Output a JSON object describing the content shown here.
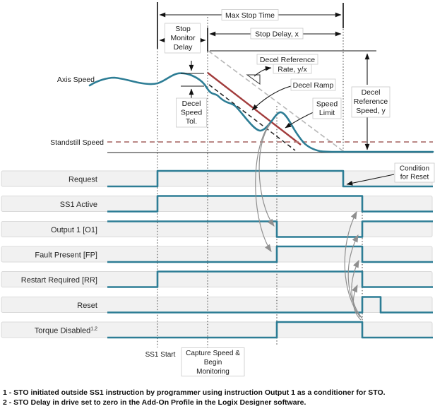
{
  "diagram": {
    "colors": {
      "signal_teal": "#2d7d95",
      "speed_limit_red": "#a23c3c",
      "standstill_red": "#b17876",
      "decel_rate_gray": "#b8b8b8",
      "decel_ramp_black": "#1f1f1f",
      "connector_gray": "#8f8f8f",
      "row_band_fill": "#f1f1f1",
      "row_band_border": "#dadada"
    },
    "annotations": {
      "max_stop_time": "Max Stop Time",
      "stop_monitor_delay": [
        "Stop",
        "Monitor",
        "Delay"
      ],
      "stop_delay": "Stop Delay, x",
      "decel_reference_rate": [
        "Decel Reference",
        "Rate, y/x"
      ],
      "decel_ramp": "Decel Ramp",
      "speed_limit": [
        "Speed",
        "Limit"
      ],
      "decel_reference_speed": [
        "Decel",
        "Reference",
        "Speed, y"
      ],
      "decel_speed_tol": [
        "Decel",
        "Speed",
        "Tol."
      ],
      "axis_speed": "Axis Speed",
      "standstill_speed": "Standstill Speed",
      "condition_for_reset": [
        "Condition",
        "for Reset"
      ],
      "ss1_start": "SS1 Start",
      "capture_speed": [
        "Capture Speed &",
        "Begin",
        "Monitoring"
      ]
    },
    "rows": [
      {
        "label": "Request",
        "initial": "low",
        "edges": [
          [
            223,
            "high"
          ],
          [
            486,
            "low"
          ]
        ]
      },
      {
        "label": "SS1 Active",
        "initial": "low",
        "edges": [
          [
            223,
            "high"
          ],
          [
            513,
            "low"
          ]
        ]
      },
      {
        "label": "Output 1 [O1]",
        "initial": "high",
        "edges": [
          [
            392,
            "low"
          ],
          [
            513,
            "high"
          ]
        ]
      },
      {
        "label": "Fault Present [FP]",
        "initial": "low",
        "edges": [
          [
            392,
            "high"
          ],
          [
            513,
            "low"
          ]
        ]
      },
      {
        "label": "Restart Required [RR]",
        "initial": "low",
        "edges": [
          [
            223,
            "high"
          ],
          [
            513,
            "low"
          ]
        ]
      },
      {
        "label": "Reset",
        "initial": "low",
        "edges": [
          [
            513,
            "high"
          ],
          [
            539,
            "low"
          ]
        ]
      },
      {
        "label": "Torque Disabled",
        "sup": "1,2",
        "initial": "low",
        "edges": [
          [
            392,
            "high"
          ],
          [
            513,
            "low"
          ]
        ]
      }
    ],
    "footnotes": [
      "1 - STO initiated outside SS1 instruction by programmer using instruction Output 1 as a conditioner for STO.",
      "2 - STO Delay in drive set to zero in the Add-On Profile in the Logix Designer software."
    ]
  }
}
